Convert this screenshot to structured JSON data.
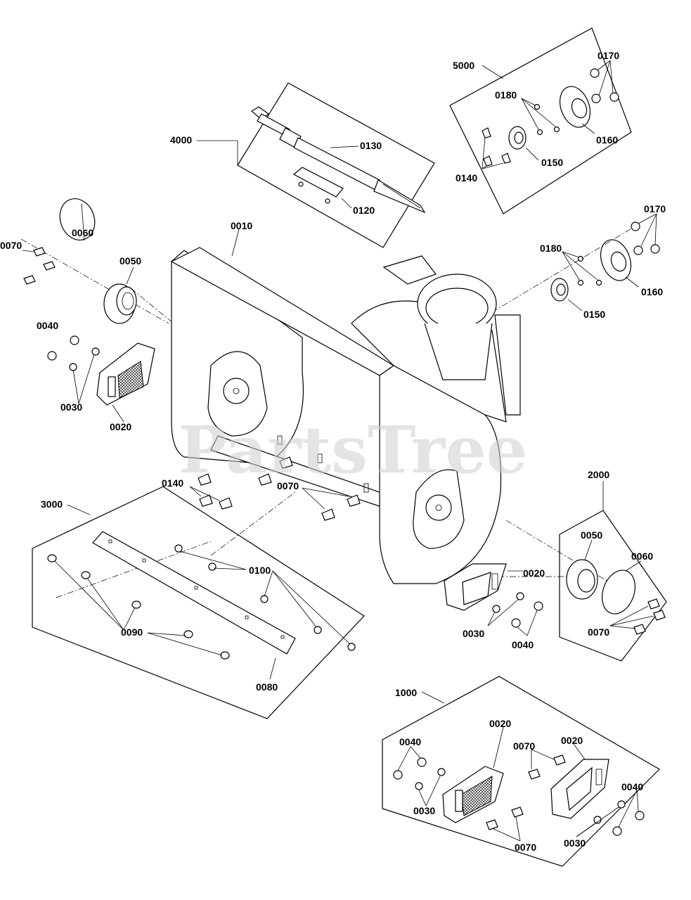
{
  "watermark": "PartsTree",
  "labels": {
    "l4000": "4000",
    "l0130": "0130",
    "l0120": "0120",
    "l5000": "5000",
    "l0170a": "0170",
    "l0180a": "0180",
    "l0160a": "0160",
    "l0150a": "0150",
    "l0140a": "0140",
    "l0170b": "0170",
    "l0180b": "0180",
    "l0160b": "0160",
    "l0150b": "0150",
    "l0010": "0010",
    "l0070a": "0070",
    "l0060a": "0060",
    "l0050a": "0050",
    "l0040a": "0040",
    "l0030a": "0030",
    "l0020a": "0020",
    "l0140b": "0140",
    "l0070b": "0070",
    "l3000": "3000",
    "l0100": "0100",
    "l0090": "0090",
    "l0080": "0080",
    "l0020b": "0020",
    "l0030b": "0030",
    "l0040b": "0040",
    "l2000": "2000",
    "l0050b": "0050",
    "l0060b": "0060",
    "l0070c": "0070",
    "l1000": "1000",
    "l0040c": "0040",
    "l0020c": "0020",
    "l0070d": "0070",
    "l0020d": "0020",
    "l0030c": "0030",
    "l0040d": "0040",
    "l0070e": "0070",
    "l0030d": "0030"
  }
}
